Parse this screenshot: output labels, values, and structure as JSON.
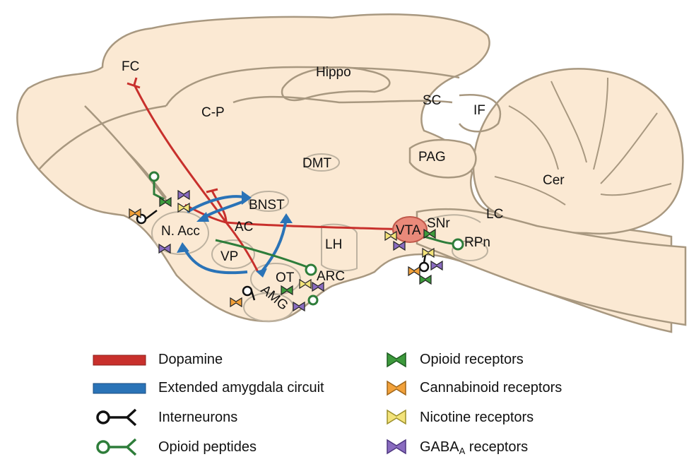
{
  "colors": {
    "brain": "#fbe9d3",
    "outline": "#a89880",
    "dopamine": "#c8302c",
    "amygdala": "#2a73b7",
    "interneuron": "#111111",
    "opioid_peptide": "#2e7d3a",
    "opioid_receptor": "#3d9a3c",
    "cannabinoid_receptor": "#f2a13a",
    "nicotine_receptor": "#f3e37a",
    "gaba_receptor": "#8a6cc0",
    "vta": "#e98a7a"
  },
  "regions": {
    "fc": "FC",
    "hippo": "Hippo",
    "cp": "C-P",
    "sc": "SC",
    "if": "IF",
    "dmt": "DMT",
    "pag": "PAG",
    "cer": "Cer",
    "bnst": "BNST",
    "nacc": "N. Acc",
    "ac": "AC",
    "lh": "LH",
    "vta": "VTA",
    "snr": "SNr",
    "lc": "LC",
    "rpn": "RPn",
    "vp": "VP",
    "ot": "OT",
    "arc": "ARC",
    "amg": "AMG"
  },
  "legend": {
    "dopamine": "Dopamine",
    "amygdala": "Extended amygdala circuit",
    "interneurons": "Interneurons",
    "opioid_peptides": "Opioid peptides",
    "opioid_receptors": "Opioid receptors",
    "cannabinoid_receptors": "Cannabinoid receptors",
    "nicotine_receptors": "Nicotine receptors",
    "gaba_main": "GABA",
    "gaba_sub": "A",
    "gaba_rest": " receptors"
  }
}
